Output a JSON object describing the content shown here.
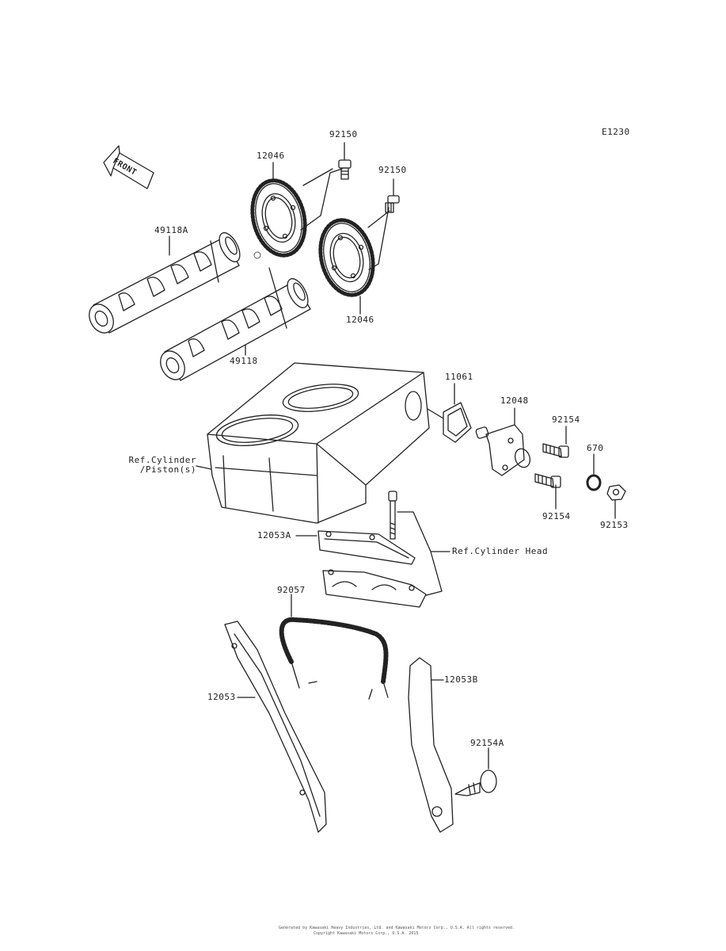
{
  "diagram_code": "E1230",
  "front_label": "FRONT",
  "labels": {
    "bolt_92150_a": "92150",
    "bolt_92150_b": "92150",
    "sprocket_12046_a": "12046",
    "sprocket_12046_b": "12046",
    "camshaft_49118a": "49118A",
    "camshaft_49118": "49118",
    "gasket_11061": "11061",
    "tensioner_12048": "12048",
    "bolt_92154_a": "92154",
    "bolt_92154_b": "92154",
    "oring_670": "670",
    "nut_92153": "92153",
    "ref_cylinder": "Ref.Cylinder\n/Piston(s)",
    "guide_12053a": "12053A",
    "ref_cylinder_head": "Ref.Cylinder Head",
    "chain_92057": "92057",
    "guide_12053b": "12053B",
    "guide_12053": "12053",
    "bolt_92154a": "92154A"
  },
  "footer": {
    "line1": "Generated by Kawasaki Heavy Industries, Ltd. and Kawasaki Motors Corp., U.S.A. All rights reserved.",
    "line2": "Copyright Kawasaki Motors Corp., U.S.A. 2015"
  }
}
